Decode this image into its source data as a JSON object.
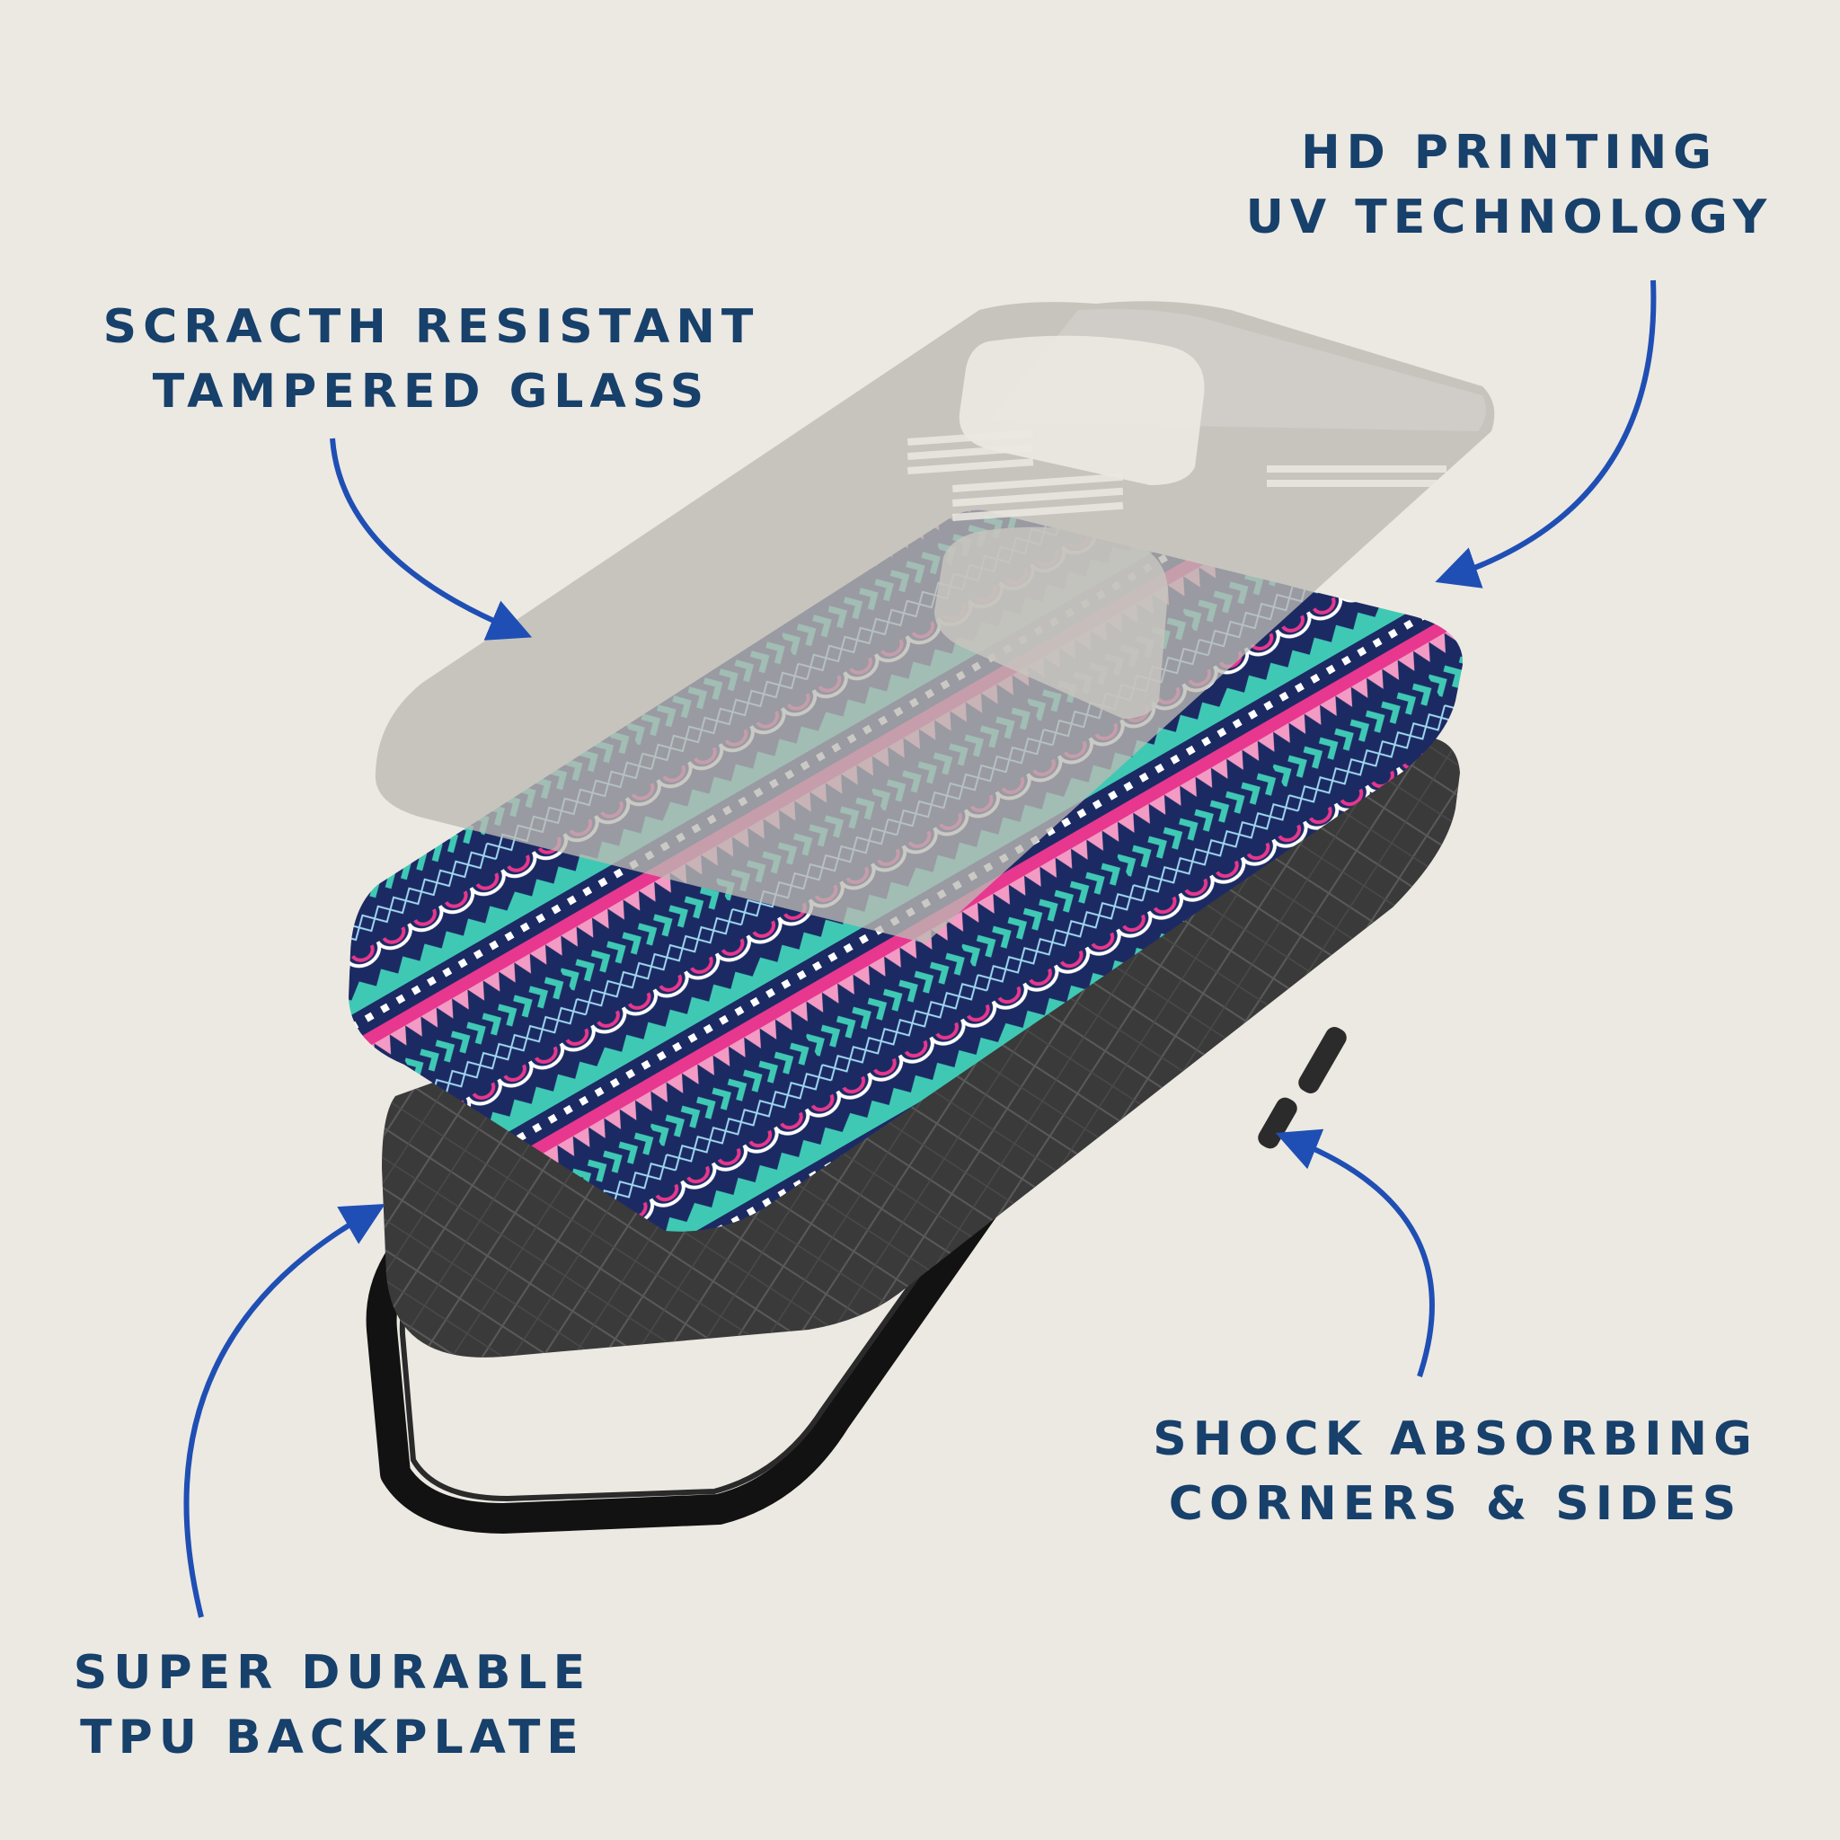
{
  "labels": {
    "glass": {
      "line1": "SCRACTH RESISTANT",
      "line2": "TAMPERED GLASS"
    },
    "print": {
      "line1": "HD PRINTING",
      "line2": "UV TECHNOLOGY"
    },
    "shock": {
      "line1": "SHOCK ABSORBING",
      "line2": "CORNERS & SIDES"
    },
    "tpu": {
      "line1": "SUPER DURABLE",
      "line2": "TPU BACKPLATE"
    }
  },
  "colors": {
    "background": "#ECE9E2",
    "label_text": "#17406B",
    "arrow": "#1F4FB4",
    "pattern_navy": "#1C2A63",
    "pattern_pink": "#E8378E",
    "pattern_teal": "#3FC9B4",
    "backplate": "#3A3A3A",
    "bumper": "#121212",
    "glass": "#BDBAB4"
  },
  "icons": [
    "arrow-icon"
  ]
}
